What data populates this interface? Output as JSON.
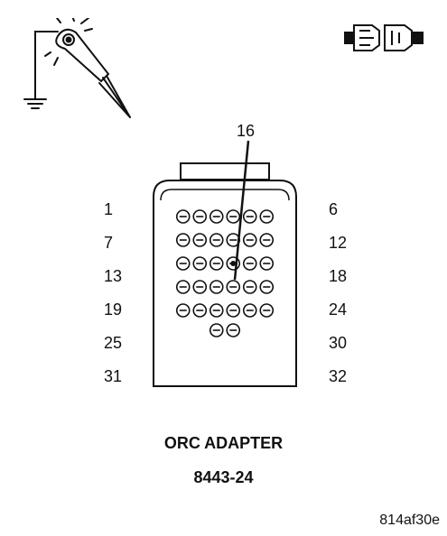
{
  "pointer_label": "16",
  "pin_labels_left": [
    "1",
    "7",
    "13",
    "19",
    "25",
    "31"
  ],
  "pin_labels_right": [
    "6",
    "12",
    "18",
    "24",
    "30",
    "32"
  ],
  "adapter_name": "ORC ADAPTER",
  "adapter_number": "8443-24",
  "figure_code": "814af30e",
  "icons": {
    "probe": "test-probe-icon",
    "connector": "connector-icon"
  },
  "pin_rows": [
    6,
    6,
    6,
    6,
    6,
    2
  ],
  "highlighted_pin": 16,
  "colors": {
    "ink": "#111111",
    "background": "#ffffff"
  }
}
